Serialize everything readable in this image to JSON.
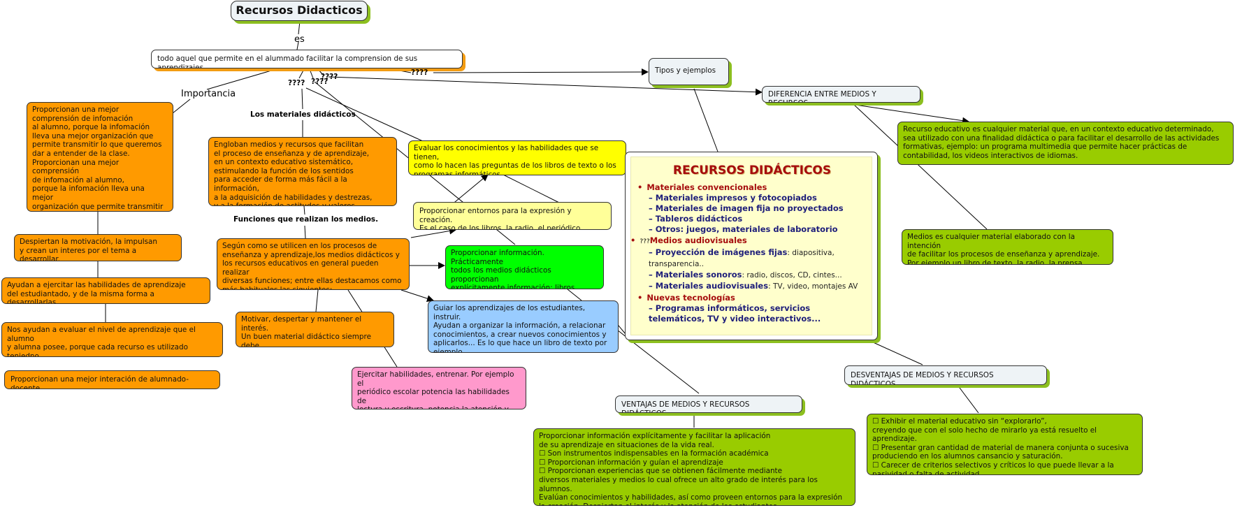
{
  "title": "Recursos Didacticos",
  "labels": {
    "es": "es",
    "importancia": "Importancia",
    "q1": "????",
    "q2": "????",
    "q3": "????",
    "q4": "????",
    "materiales": "Los materiales didácticos",
    "funciones": "Funciones que realizan los medios."
  },
  "nodes": {
    "definicion": "todo aquel que permite en el alummado facilitar la comprension de sus aprendizajes.",
    "tipos": "Tipos  y ejemplos",
    "diferencia": "DIFERENCIA ENTRE MEDIOS Y RECURSOS",
    "recurso_def": "Recurso educativo es cualquier material que, en un contexto educativo determinado,\nsea utilizado con una finalidad didáctica o para facilitar el desarrollo de las actividades formativas, ejemplo: un programa multimedia que permite hacer prácticas de contabilidad, los videos interactivos de idiomas.",
    "medio_def": "Medios es cualquier material elaborado con la intención\nde facilitar los procesos de enseñanza y aprendizaje.\nPor ejemplo un libro de texto, la radio, la prensa escolar.",
    "imp1": "Proporcionan una mejor\ncomprensión de infomación\nal alumno, porque la infomación\nlleva una mejor organización que\npermite transmitir lo que queremos\ndar a entender de la clase.\nProporcionan una mejor comprensión\nde infomación al alumno,\nporque la infomación lleva una mejor\n organización que permite transmitir\nlo que queremos dar a entender de la\nclase.",
    "imp2": "Despiertan la motivación, la impulsan\ny crean un interes por el tema a desarrollar.",
    "imp3": "Ayudan a ejercitar las habilidades de aprendizaje\n del estudiantado, y de la misma forma a desarrollarlas.",
    "imp4": "Nos ayudan a evaluar el nivel de aprendizaje que el alumno\n y alumna posee, porque cada recurso es utilizado teniedno\nen cuenta un objetivo especifico.",
    "imp5": "Proporcionan una mejor interación de alumnado- docente.",
    "engloban": "Engloban medios y recursos que facilitan\nel proceso de enseñanza y de aprendizaje,\nen un contexto educativo sistemático,\nestimulando la función de los sentidos\npara acceder de forma más fácil a la información,\na la adquisición de habilidades y destrezas,\ny a la formación de actitudes y valores.",
    "segun": "Según como se utilicen en los procesos de\nenseñanza y aprendizaje,los medios didácticos y\nlos recursos educativos en general pueden realizar\ndiversas funciones; entre ellas destacamos como\nmás habituales las siguientes:",
    "evaluar": "Evaluar los conocimientos y las habilidades que se tienen,\ncomo lo hacen las preguntas de los libros de texto o los\nprogramas informáticos.",
    "entornos": "Proporcionar entornos para la expresión y creación.\nEs el caso de los libros, la radio, el periódico escolar.",
    "informacion": "Proporcionar información. Prácticamente\ntodos los medios didácticos proporcionan\nexplícitamente información: libros,\nvideos, programas informáticos...",
    "guiar": "Guiar los aprendizajes de los estudiantes, instruir.\nAyudan a organizar la información, a relacionar\nconocimientos, a crear nuevos conocimientos y\naplicarlos... Es lo que hace un libro de texto por\nejemplo.",
    "motivar": "Motivar, despertar y mantener el interés.\nUn buen material didáctico siempre debe\nresultar motivador para los estudiantes.",
    "ejercitar": "Ejercitar habilidades, entrenar. Por ejemplo el\nperiódico escolar potencia las habilidades de\nlectura y escritura, potencia la atención y\nconcentración.",
    "ventajas": "VENTAJAS DE MEDIOS Y RECURSOS DIDÁCTICOS",
    "ventajas_det": "Proporcionar información explícitamente y facilitar la aplicación\nde su aprendizaje en situaciones de la vida real.\n☐ Son instrumentos indispensables en la formación académica\n☐ Proporcionan información y guían el aprendizaje\n☐ Proporcionan experiencias que se obtienen fácilmente mediante\n diversos materiales y medios lo cual ofrece un alto grado de interés para los alumnos.\nEvalúan conocimientos y habilidades, así como proveen entornos para la expresión\n la creación.  Despiertan el interés y la atención de los estudiantes",
    "desventajas": "DESVENTAJAS DE MEDIOS Y RECURSOS DIDÁCTICOS",
    "desventajas_det": "☐ Exhibir el material educativo sin “explorarlo”,\ncreyendo que con el solo hecho de mirarlo ya está resuelto el aprendizaje.\n☐ Presentar gran cantidad de material de manera conjunta o sucesiva\nproduciendo en los alumnos cansancio y saturación.\n☐ Carecer de criterios selectivos y críticos lo que puede llevar a la\npasividad o falta de actividad."
  },
  "slide": {
    "title": "RECURSOS DIDÁCTICOS",
    "s1": "Materiales convencionales",
    "s1_items": [
      "Materiales impresos y fotocopiados",
      "Materiales de imagen fija no proyectados",
      "Tableros didácticos",
      "Otros: juegos, materiales de laboratorio"
    ],
    "s2_prefix": "???",
    "s2": "Medios audiovisuales",
    "s2_i1": "Proyección de imágenes fijas",
    "s2_i1_det": ": diapositiva, transparencia..",
    "s2_i2": "Materiales sonoros",
    "s2_i2_det": ": radio, discos, CD, cintes...",
    "s2_i3": "Materiales audiovisuales",
    "s2_i3_det": ": TV, video, montajes AV",
    "s3": "Nuevas tecnologías",
    "s3_i1": "Programas informáticos, servicios telemáticos, TV y video interactivos..."
  },
  "colors": {
    "orange": "#ff9a00",
    "yellow": "#ffff00",
    "light_yellow": "#ffff99",
    "green": "#00ff00",
    "blue": "#99ccff",
    "pink": "#ff99cc",
    "lime": "#99cc00",
    "shadow_green": "#8cbf1f",
    "slide_red": "#a50d0d",
    "slide_navy": "#1e1e7a"
  }
}
